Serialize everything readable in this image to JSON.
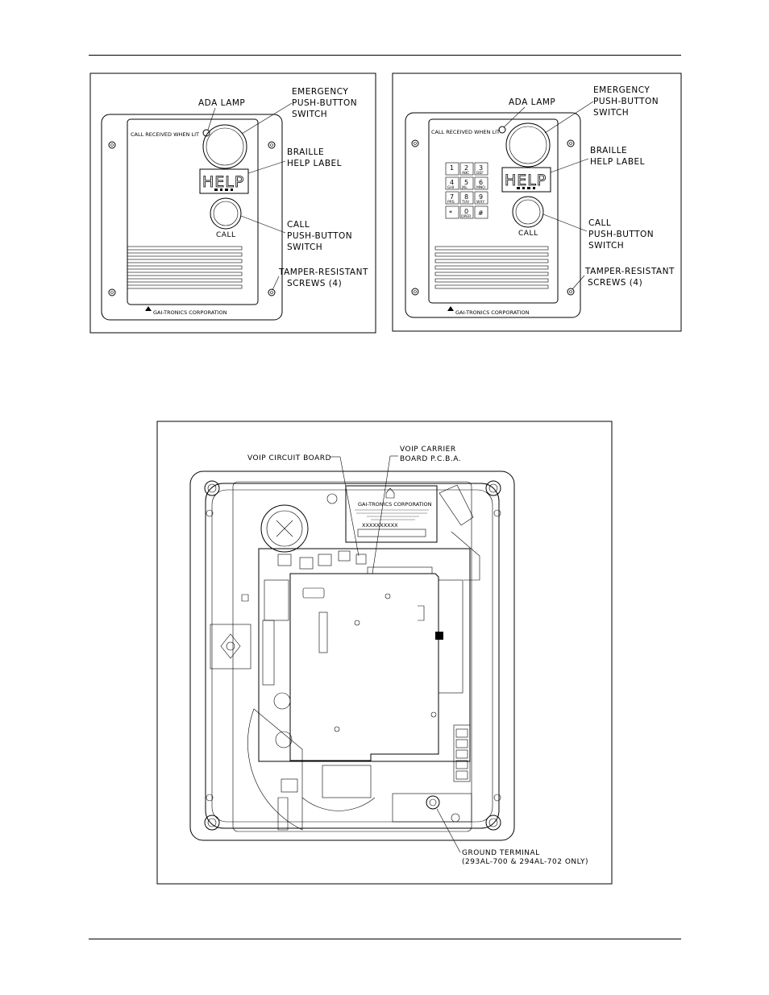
{
  "figure_left": {
    "labels": {
      "ada_lamp": "ADA LAMP",
      "emergency": [
        "EMERGENCY",
        "PUSH-BUTTON",
        "SWITCH"
      ],
      "braille": [
        "BRAILLE",
        "HELP LABEL"
      ],
      "call_switch": [
        "CALL",
        "PUSH-BUTTON",
        "SWITCH"
      ],
      "tamper": [
        "TAMPER-RESISTANT",
        "SCREWS (4)"
      ]
    },
    "panel": {
      "call_received": "CALL RECEIVED WHEN LIT",
      "help": "HELP",
      "call": "CALL",
      "brand": "GAI-TRONICS CORPORATION"
    }
  },
  "figure_right": {
    "labels": {
      "ada_lamp": "ADA LAMP",
      "emergency": [
        "EMERGENCY",
        "PUSH-BUTTON",
        "SWITCH"
      ],
      "braille": [
        "BRAILLE",
        "HELP LABEL"
      ],
      "call_switch": [
        "CALL",
        "PUSH-BUTTON",
        "SWITCH"
      ],
      "tamper": [
        "TAMPER-RESISTANT",
        "SCREWS (4)"
      ]
    },
    "panel": {
      "call_received": "CALL RECEIVED WHEN LIT",
      "help": "HELP",
      "call": "CALL",
      "brand": "GAI-TRONICS CORPORATION"
    },
    "keypad": [
      {
        "digit": "1",
        "letters": ""
      },
      {
        "digit": "2",
        "letters": "ABC"
      },
      {
        "digit": "3",
        "letters": "DEF"
      },
      {
        "digit": "4",
        "letters": "GHI"
      },
      {
        "digit": "5",
        "letters": "JKL"
      },
      {
        "digit": "6",
        "letters": "MNO"
      },
      {
        "digit": "7",
        "letters": "PRS"
      },
      {
        "digit": "8",
        "letters": "TUV"
      },
      {
        "digit": "9",
        "letters": "WXY"
      },
      {
        "digit": "*",
        "letters": ""
      },
      {
        "digit": "0",
        "letters": "OPER"
      },
      {
        "digit": "#",
        "letters": ""
      }
    ]
  },
  "figure_bottom": {
    "labels": {
      "voip_board": "VOIP CIRCUIT BOARD",
      "carrier": [
        "VOIP CARRIER",
        "BOARD P.C.B.A."
      ],
      "ground": [
        "GROUND TERMINAL",
        "(293AL-700 & 294AL-702 ONLY)"
      ]
    },
    "nameplate": {
      "company": "GAI-TRONICS CORPORATION",
      "serial": "XXXXXXXXXX"
    }
  }
}
